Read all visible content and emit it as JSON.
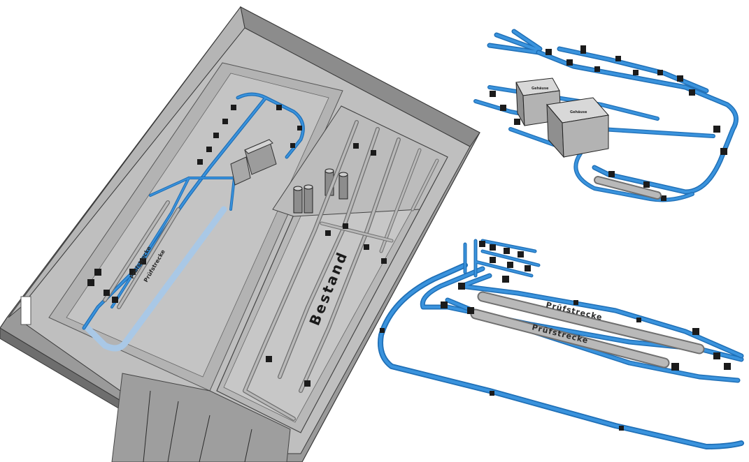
{
  "labels": {
    "bestand": "Bestand",
    "pruefstrecke": "Prüfstrecke",
    "box_tag": "Gehäuse"
  },
  "colors": {
    "pipe_blue": "#2f86d4",
    "pipe_blue_dark": "#1f6fb6",
    "floor": "#bdbdbd",
    "wall_top": "#cfcfcf",
    "wall_side": "#8a8a8a",
    "tank": "#b0b0b0"
  }
}
